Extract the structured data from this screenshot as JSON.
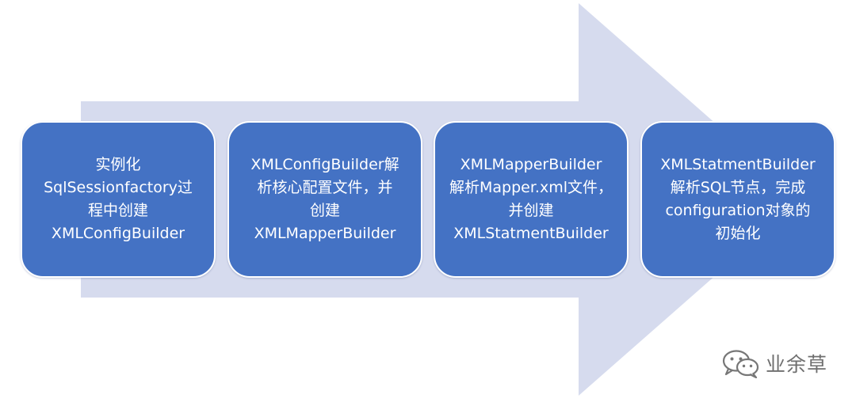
{
  "colors": {
    "arrow": "#d6dbee",
    "box": "#4472c4",
    "text": "#ffffff",
    "watermark": "#6f6f6f"
  },
  "steps": [
    {
      "lines": [
        "实例化",
        "SqlSessionfactory过",
        "程中创建",
        "XMLConfigBuilder"
      ]
    },
    {
      "lines": [
        "XMLConfigBuilder解",
        "析核心配置文件，并",
        "创建",
        "XMLMapperBuilder"
      ]
    },
    {
      "lines": [
        "XMLMapperBuilder",
        "解析Mapper.xml文件，",
        "并创建",
        "XMLStatmentBuilder"
      ]
    },
    {
      "lines": [
        "XMLStatmentBuilder",
        "解析SQL节点，完成",
        "configuration对象的",
        "初始化"
      ]
    }
  ],
  "watermark": {
    "icon": "wechat-icon",
    "text": "业余草"
  }
}
